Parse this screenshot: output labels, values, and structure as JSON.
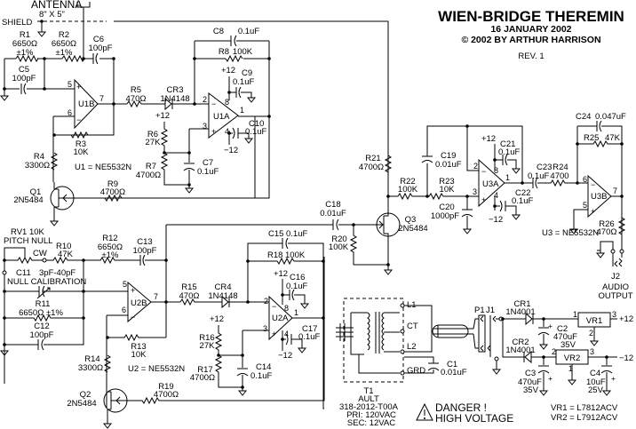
{
  "header": {
    "title": "WIEN-BRIDGE THEREMIN",
    "date": "16 JANUARY 2002",
    "copyright": "© 2002 BY ARTHUR HARRISON",
    "revision": "REV. 1"
  },
  "antenna": {
    "label": "ANTENNA",
    "size": "8\" X 5\"",
    "shield": "SHIELD"
  },
  "components": {
    "R1": {
      "ref": "R1",
      "value": "6650Ω",
      "tol": "±1%"
    },
    "R2": {
      "ref": "R2",
      "value": "6650Ω",
      "tol": "±1%"
    },
    "C5": {
      "ref": "C5",
      "value": "100pF"
    },
    "C6": {
      "ref": "C6",
      "value": "100pF"
    },
    "R3": {
      "ref": "R3",
      "value": "10K"
    },
    "R4": {
      "ref": "R4",
      "value": "3300Ω"
    },
    "Q1": {
      "ref": "Q1",
      "value": "2N5484"
    },
    "R9": {
      "ref": "R9",
      "value": "4700Ω"
    },
    "R5": {
      "ref": "R5",
      "value": "470Ω"
    },
    "CR3": {
      "ref": "CR3",
      "value": "1N4148"
    },
    "C8": {
      "ref": "C8",
      "value": "0.1uF"
    },
    "R8": {
      "ref": "R8",
      "value": "100K"
    },
    "C9": {
      "ref": "C9",
      "value": "0.1uF"
    },
    "C10": {
      "ref": "C10",
      "value": "0.1uF"
    },
    "R6": {
      "ref": "R6",
      "value": "27K"
    },
    "R7": {
      "ref": "R7",
      "value": "4700Ω"
    },
    "C7": {
      "ref": "C7",
      "value": "0.1uF"
    },
    "U1B": {
      "ref": "U1B"
    },
    "U1A": {
      "ref": "U1A"
    },
    "U1_note": "U1 = NE5532N",
    "R21": {
      "ref": "R21",
      "value": "4700Ω"
    },
    "C18": {
      "ref": "C18",
      "value": "0.01uF"
    },
    "R20": {
      "ref": "R20",
      "value": "100K"
    },
    "Q3": {
      "ref": "Q3",
      "value": "2N5484"
    },
    "R22": {
      "ref": "R22",
      "value": "100K"
    },
    "R23": {
      "ref": "R23",
      "value": "10K"
    },
    "C19": {
      "ref": "C19",
      "value": "0.01uF"
    },
    "C20": {
      "ref": "C20",
      "value": "1000pF"
    },
    "C21": {
      "ref": "C21",
      "value": "0.1uF"
    },
    "C22": {
      "ref": "C22",
      "value": "0.1uF"
    },
    "C23": {
      "ref": "C23",
      "value": "0.1uF"
    },
    "R24": {
      "ref": "R24",
      "value": "4700"
    },
    "C24": {
      "ref": "C24",
      "value": "0.047uF"
    },
    "R25": {
      "ref": "R25",
      "value": "47K"
    },
    "R26": {
      "ref": "R26",
      "value": "470Ω"
    },
    "U3A": {
      "ref": "U3A"
    },
    "U3B": {
      "ref": "U3B"
    },
    "U3_note": "U3 = NE5532N",
    "J2": {
      "ref": "J2",
      "value": "AUDIO",
      "value2": "OUTPUT"
    },
    "RV1": {
      "ref": "RV1 10K",
      "value": "PITCH NULL",
      "cw": "CW"
    },
    "R10": {
      "ref": "R10",
      "value": "47K"
    },
    "C11": {
      "ref": "C11",
      "value": "3pF-40pF",
      "note": "NULL CALIBRATION"
    },
    "R11": {
      "ref": "R11",
      "value": "6650Ω ±1%"
    },
    "C12": {
      "ref": "C12",
      "value": "100pF"
    },
    "R12": {
      "ref": "R12",
      "value": "6650Ω",
      "tol": "±1%"
    },
    "C13": {
      "ref": "C13",
      "value": "100pF"
    },
    "R13": {
      "ref": "R13",
      "value": "10K"
    },
    "R14": {
      "ref": "R14",
      "value": "3300Ω"
    },
    "Q2": {
      "ref": "Q2",
      "value": "2N5484"
    },
    "R19": {
      "ref": "R19",
      "value": "4700Ω"
    },
    "R15": {
      "ref": "R15",
      "value": "470Ω"
    },
    "CR4": {
      "ref": "CR4",
      "value": "1N4148"
    },
    "C15": {
      "ref": "C15",
      "value": "0.1uF"
    },
    "R18": {
      "ref": "R18",
      "value": "100K"
    },
    "C16": {
      "ref": "C16",
      "value": "0.1uF"
    },
    "C17": {
      "ref": "C17",
      "value": "0.1uF"
    },
    "R16": {
      "ref": "R16",
      "value": "27K"
    },
    "R17": {
      "ref": "R17",
      "value": "4700Ω"
    },
    "C14": {
      "ref": "C14",
      "value": "0.1uF"
    },
    "U2B": {
      "ref": "U2B"
    },
    "U2A": {
      "ref": "U2A"
    },
    "U2_note": "U2 = NE5532N",
    "T1": {
      "ref": "T1",
      "mfr": "AULT",
      "part": "318-2012-T00A",
      "pri": "PRI: 120VAC",
      "sec": "SEC: 12VAC",
      "pins": [
        "L1",
        "CT",
        "L2",
        "GRD"
      ]
    },
    "C1": {
      "ref": "C1",
      "value": "0.01uF"
    },
    "P1": {
      "ref": "P1"
    },
    "J1": {
      "ref": "J1"
    },
    "CR1": {
      "ref": "CR1",
      "value": "1N4001"
    },
    "CR2": {
      "ref": "CR2",
      "value": "1N4001"
    },
    "C2": {
      "ref": "C2",
      "value": "470uF",
      "volt": "35V"
    },
    "C3": {
      "ref": "C3",
      "value": "470uF",
      "volt": "35V"
    },
    "C4": {
      "ref": "C4",
      "value": "10uF",
      "volt": "25V"
    },
    "VR1": {
      "ref": "VR1",
      "out": "+12"
    },
    "VR2": {
      "ref": "VR2",
      "out": "−12"
    },
    "VR_notes": [
      "VR1 = L7812ACV",
      "VR2 = L7912ACV"
    ]
  },
  "warning": {
    "line1": "DANGER !",
    "line2": "HIGH VOLTAGE"
  },
  "rails": {
    "pos": "+12",
    "neg": "−12"
  },
  "pins": {
    "p1": "1",
    "p2": "2",
    "p3": "3",
    "p4": "4",
    "p5": "5",
    "p6": "6",
    "p7": "7",
    "p8": "8",
    "plus": "+",
    "minus": "−"
  }
}
